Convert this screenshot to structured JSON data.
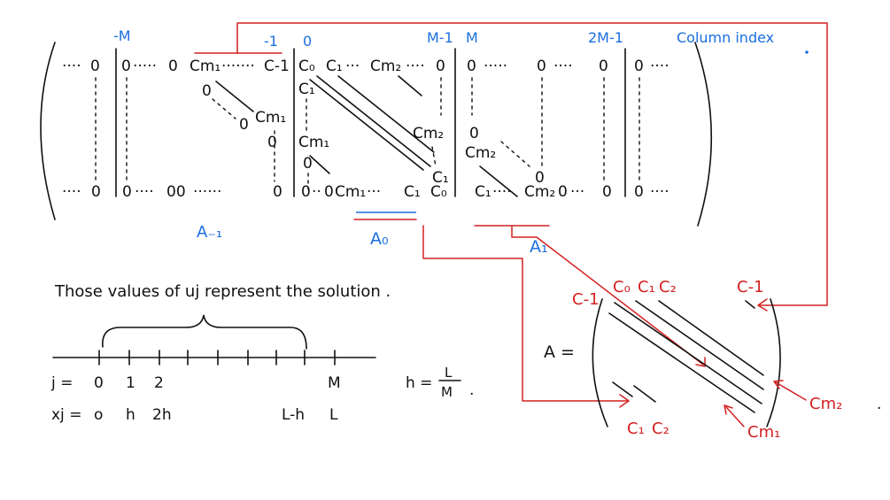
{
  "colors": {
    "ink": "#111111",
    "blue": "#1b6fe0",
    "red": "#d42020"
  },
  "column_labels": {
    "neg_m": "-M",
    "neg_one": "-1",
    "zero": "0",
    "m_minus_1": "M-1",
    "m": "M",
    "two_m_minus_1": "2M-1",
    "column_index": "Column index"
  },
  "matrix": {
    "row1": {
      "dots_lead": "····",
      "z1": "0",
      "z2": "0",
      "dots_a": "·····",
      "z3": "0",
      "cm1": "Cm₁",
      "dots_b": "·······",
      "cneg1": "C-1",
      "c0": "C₀",
      "c1": "C₁",
      "dots_c": "···",
      "cm2": "Cm₂",
      "dots_d": "····",
      "z4": "0",
      "z5": "0",
      "dots_e": "·····",
      "z6": "0",
      "dots_f": "····",
      "z7": "0",
      "z8": "0",
      "dots_g": "····"
    },
    "mid": {
      "z_a": "0",
      "z_b": "0",
      "cm1_a": "Cm₁",
      "c1_col": "C₁",
      "cm2_r": "Cm₂",
      "z_c": "0",
      "z_d": "0",
      "cm1_b": "Cm₁",
      "cm2_b": "Cm₂",
      "z_e": "0",
      "c1_r": "C₁",
      "z_f": "0"
    },
    "bottom": {
      "dots_lead": "····",
      "z1": "0",
      "z2": "0",
      "dots_a": "····",
      "z3": "00",
      "dots_b": "······",
      "z4": "0",
      "z5": "0",
      "dots_c": "··",
      "z6": "0",
      "cm1": "Cm₁",
      "dots_d": "···",
      "c1": "C₁",
      "c0": "C₀",
      "c1b": "C₁",
      "dots_e": "····",
      "cm2": "Cm₂",
      "z7": "0",
      "dots_f": "···",
      "z8": "0",
      "z9": "0",
      "dots_g": "····"
    }
  },
  "block_labels": {
    "a_neg1": "A₋₁",
    "a0": "A₀",
    "a1": "A₁"
  },
  "solution_note": "Those values of uj represent the solution .",
  "grid": {
    "j_label": "j =",
    "j_ticks": [
      "0",
      "1",
      "2"
    ],
    "j_end": "M",
    "x_label": "xj =",
    "x_ticks": [
      "o",
      "h",
      "2h"
    ],
    "x_end_a": "L-h",
    "x_end_b": "L",
    "h_formula_lhs": "h =",
    "h_num": "L",
    "h_den": "M",
    "h_dot": "."
  },
  "compact": {
    "a_label": "A =",
    "c0": "C₀",
    "c1": "C₁",
    "c2": "C₂",
    "cneg1_left": "C-1",
    "cneg1_right": "C-1",
    "c1_bottom": "C₁",
    "c2_bottom": "C₂",
    "cm2": "Cm₂",
    "cm1": "Cm₁",
    "trail_dot": "."
  }
}
